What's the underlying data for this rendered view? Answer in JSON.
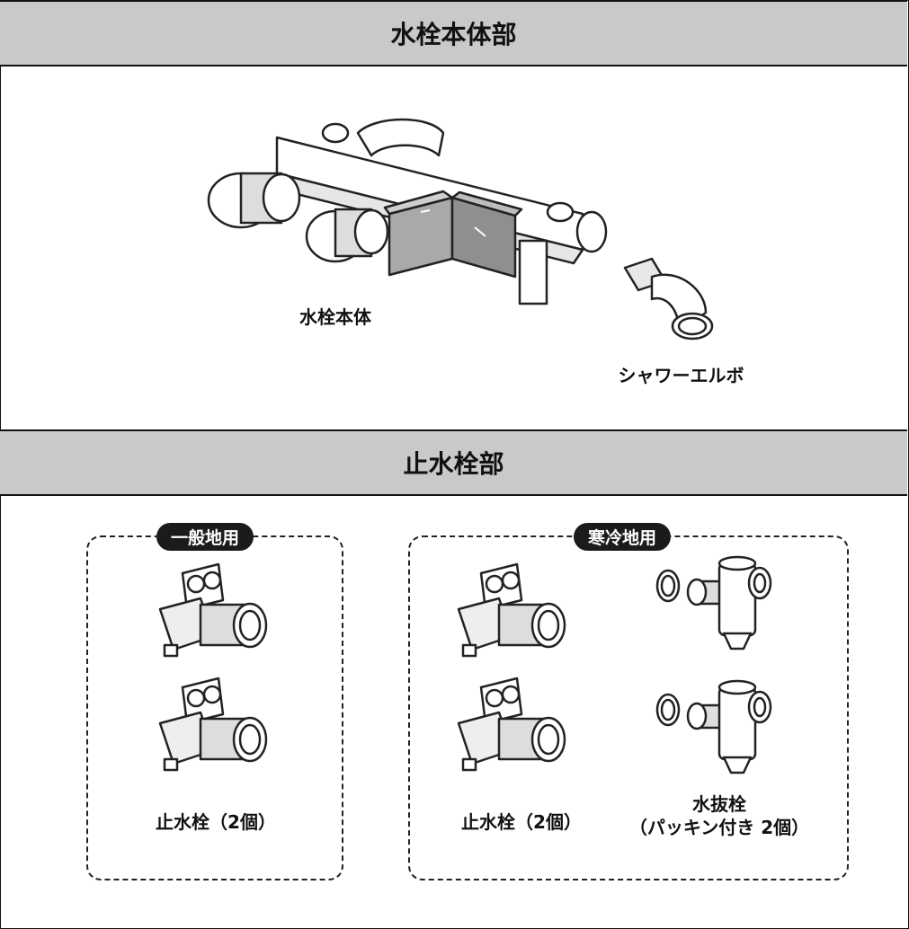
{
  "sections": {
    "faucet_body": {
      "title": "水栓本体部",
      "labels": {
        "body": "水栓本体",
        "elbow": "シャワーエルボ"
      }
    },
    "stop_valve": {
      "title": "止水栓部",
      "general": {
        "tag": "一般地用",
        "label": "止水栓（2個）"
      },
      "cold": {
        "tag": "寒冷地用",
        "stop_label": "止水栓（2個）",
        "drain_label_line1": "水抜栓",
        "drain_label_line2": "（パッキン付き 2個）"
      }
    }
  }
}
